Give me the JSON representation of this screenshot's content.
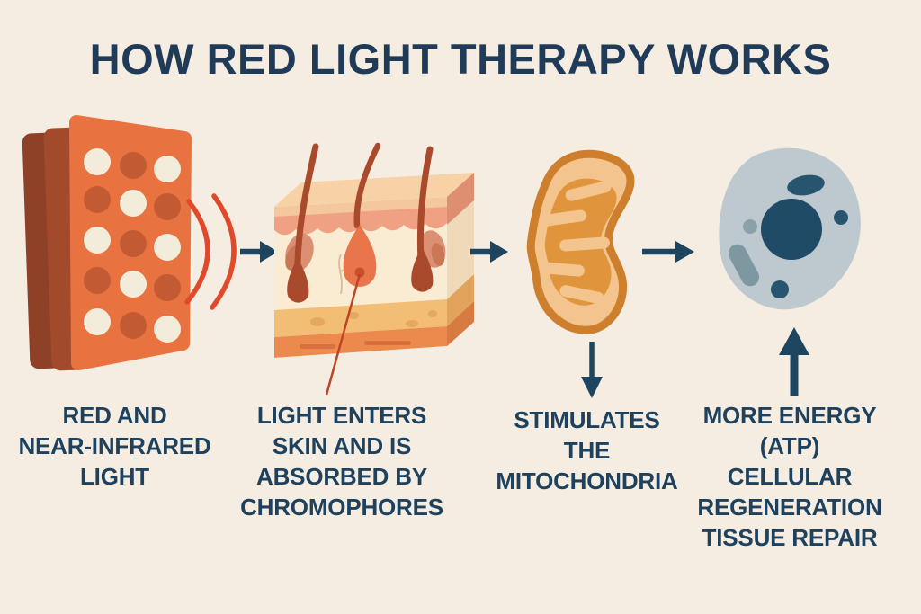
{
  "title": "HOW RED LIGHT THERAPY WORKS",
  "steps": [
    {
      "name": "red-light-source",
      "illustration": "red-light-therapy-panel",
      "caption_lines": [
        "RED AND",
        "NEAR-INFRARED",
        "LIGHT"
      ]
    },
    {
      "name": "skin-absorption",
      "illustration": "skin-cross-section",
      "caption_lines": [
        "LIGHT ENTERS",
        "SKIN AND IS",
        "ABSORBED BY",
        "CHROMOPHORES"
      ]
    },
    {
      "name": "mitochondria-stimulation",
      "illustration": "mitochondrion",
      "caption_lines": [
        "STIMULATES",
        "THE",
        "MITOCHONDRIA"
      ]
    },
    {
      "name": "cell-benefits",
      "illustration": "cell",
      "caption_lines": [
        "MORE ENERGY",
        "(ATP)",
        "CELLULAR",
        "REGENERATION",
        "TISSUE REPAIR"
      ]
    }
  ],
  "icons": [
    "light-waves-icon",
    "arrow-right-icon",
    "arrow-down-icon",
    "arrow-up-icon"
  ],
  "colors": {
    "background": "#F5EDE2",
    "title_text": "#1F3B58",
    "caption_text": "#1E425E",
    "arrow": "#1E4560",
    "panel_front": "#E87240",
    "panel_side": "#A14B2C",
    "panel_dot_dark": "#C25B34",
    "panel_dot_light": "#F3ECDB",
    "light_wave": "#E1492B",
    "hair": "#A84A2B",
    "skin_top_face": "#F6D2A6",
    "skin_epidermis_pink": "#F0A184",
    "skin_dermis_cream": "#F9ECD3",
    "skin_fat_tan": "#F2BD74",
    "skin_base_orange": "#EC8A4D",
    "follicle_orange": "#E9764B",
    "callout_line": "#BE4425",
    "mito_outline": "#CE7F2E",
    "mito_fill": "#F4C48E",
    "mito_inner": "#E0943C",
    "cell_body": "#BDC9CE",
    "cell_nucleus": "#1F4B66",
    "cell_organelle_dark": "#27556F",
    "cell_organelle_gray": "#7E98A2"
  }
}
